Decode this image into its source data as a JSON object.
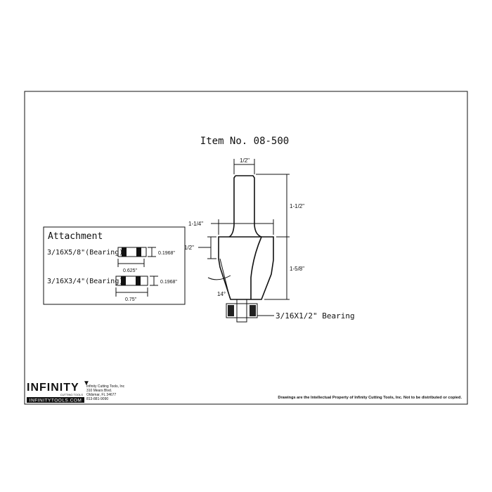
{
  "title": "Item No. 08-500",
  "dimensions": {
    "shank_diameter": "1/2\"",
    "shank_length": "1-1/2\"",
    "cutting_diameter": "1-1/4\"",
    "cutting_length": "1-5/8\"",
    "top_step": "1/2\"",
    "angle": "14°",
    "bearing": "3/16X1/2\" Bearing"
  },
  "attachment": {
    "heading": "Attachment",
    "items": [
      {
        "label": "3/16X5/8\"(Bearing)",
        "thickness": "0.1968\"",
        "diameter": "0.625\""
      },
      {
        "label": "3/16X3/4\"(Bearing)",
        "thickness": "0.1968\"",
        "diameter": "0.75\""
      }
    ]
  },
  "footer": {
    "logo": "INFINITY",
    "logo_sub": "CUTTING TOOLS",
    "logo_url": "INFINITYTOOLS.COM",
    "company": "Infinity Cutting Tools, Inc",
    "address1": "310 Mears Blvd.",
    "address2": "Oldsmar, FL  34677",
    "phone": "813-881-9090",
    "notice": "Drawings are the Intellectual Property of Infinity Cutting Tools, Inc. Not to be distributed or copied."
  }
}
